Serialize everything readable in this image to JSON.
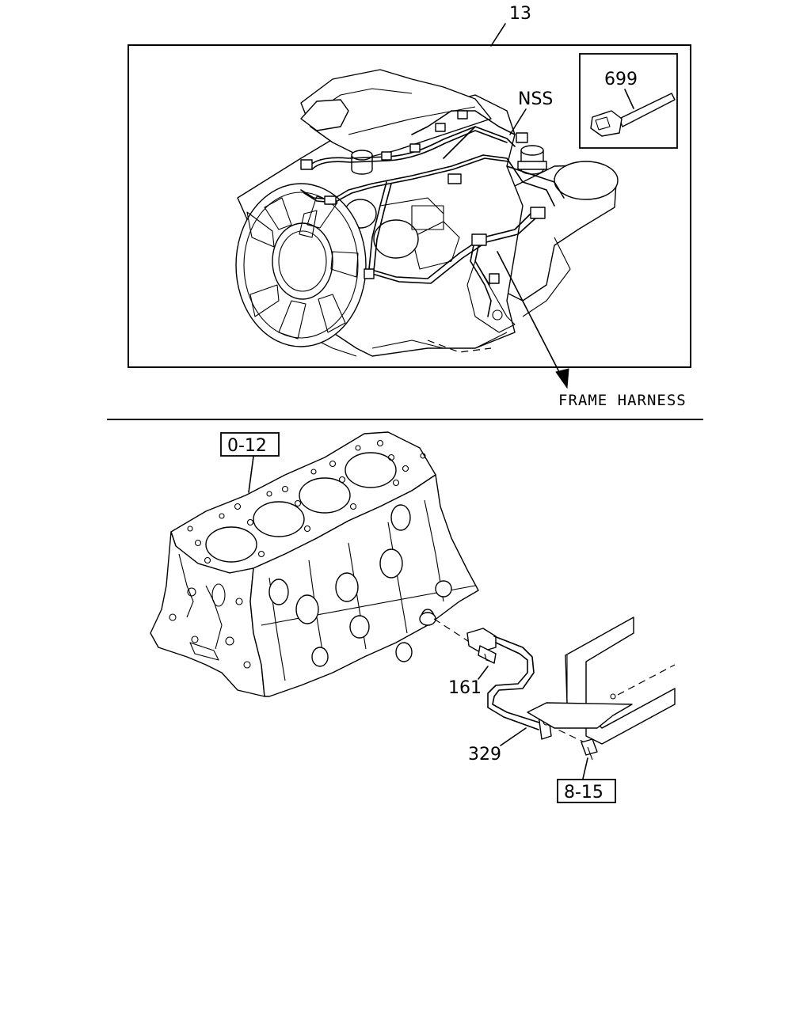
{
  "labels": {
    "assembly_number": "13",
    "clip_number": "699",
    "nss": "NSS",
    "frame_harness": "FRAME HARNESS",
    "block_ref": "0-12",
    "bolt_number": "161",
    "ground_cable_number": "329",
    "frame_ref": "8-15"
  }
}
